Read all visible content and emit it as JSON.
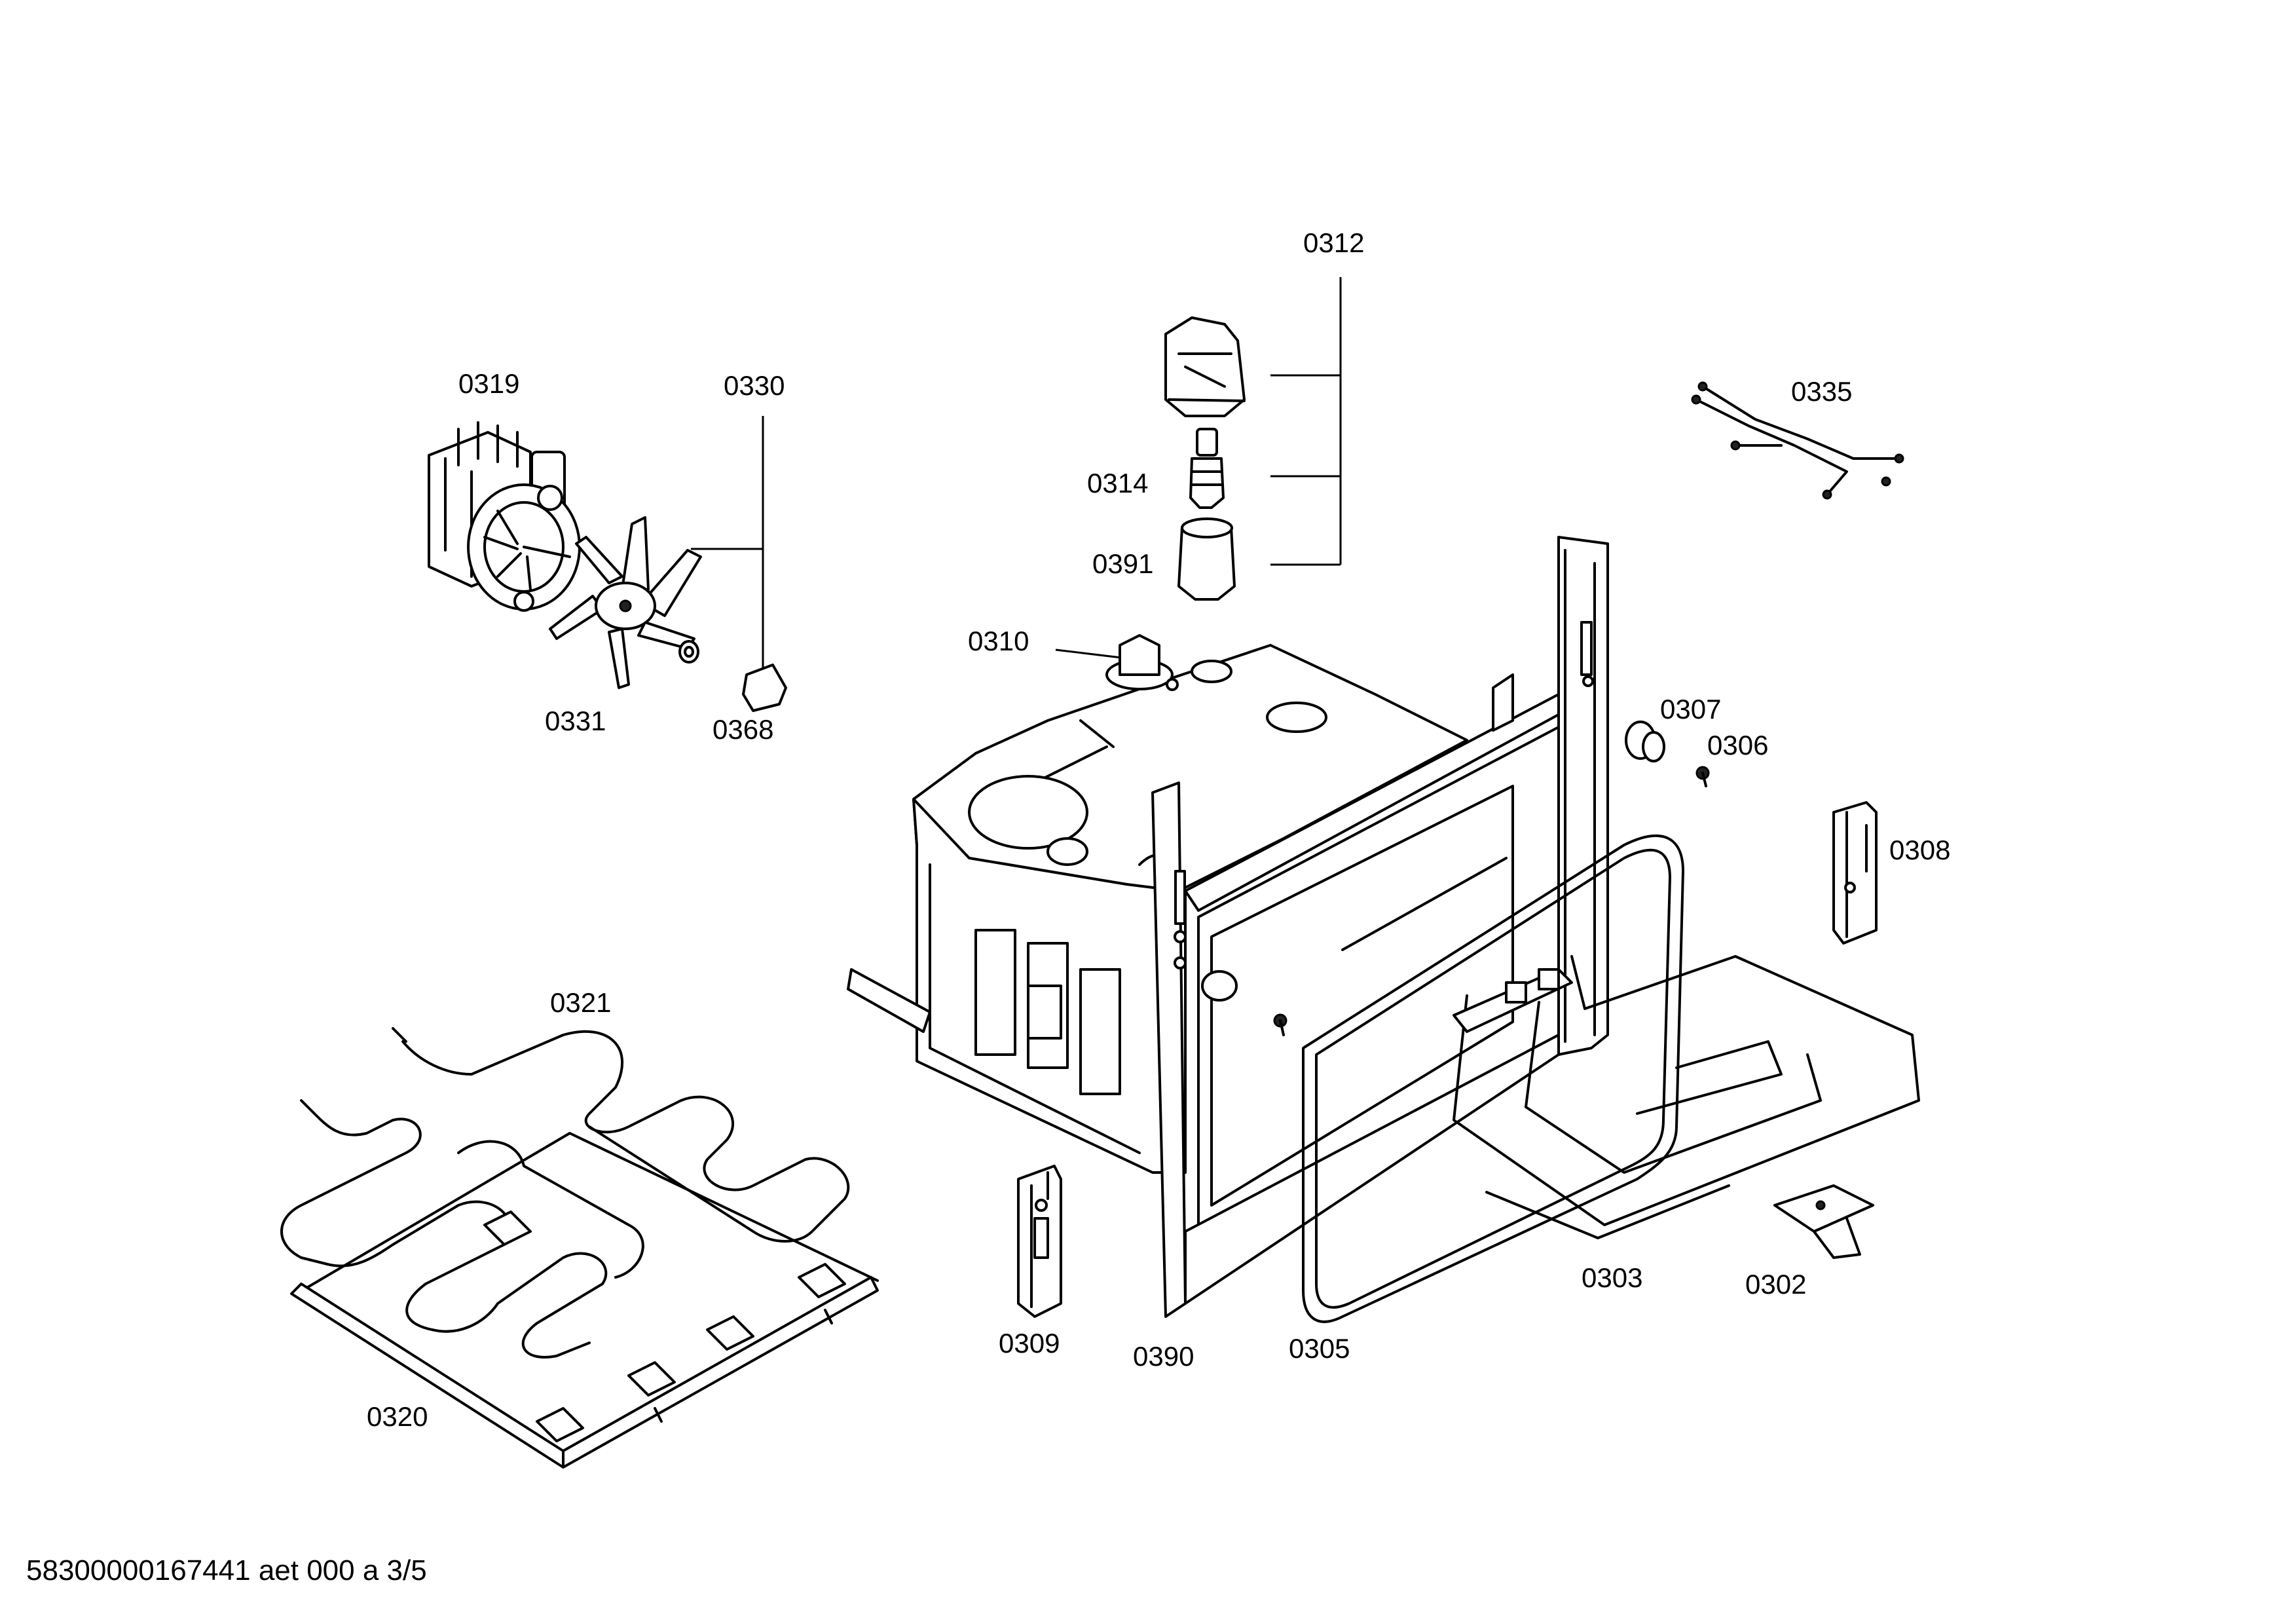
{
  "labels": {
    "p0312": "0312",
    "p0319": "0319",
    "p0330": "0330",
    "p0335": "0335",
    "p0314": "0314",
    "p0391": "0391",
    "p0310": "0310",
    "p0331": "0331",
    "p0368": "0368",
    "p0307": "0307",
    "p0306": "0306",
    "p0308": "0308",
    "p0321": "0321",
    "p0303": "0303",
    "p0302": "0302",
    "p0309": "0309",
    "p0390": "0390",
    "p0305": "0305",
    "p0320": "0320"
  },
  "footer": "58300000167441 aet 000 a 3/5"
}
